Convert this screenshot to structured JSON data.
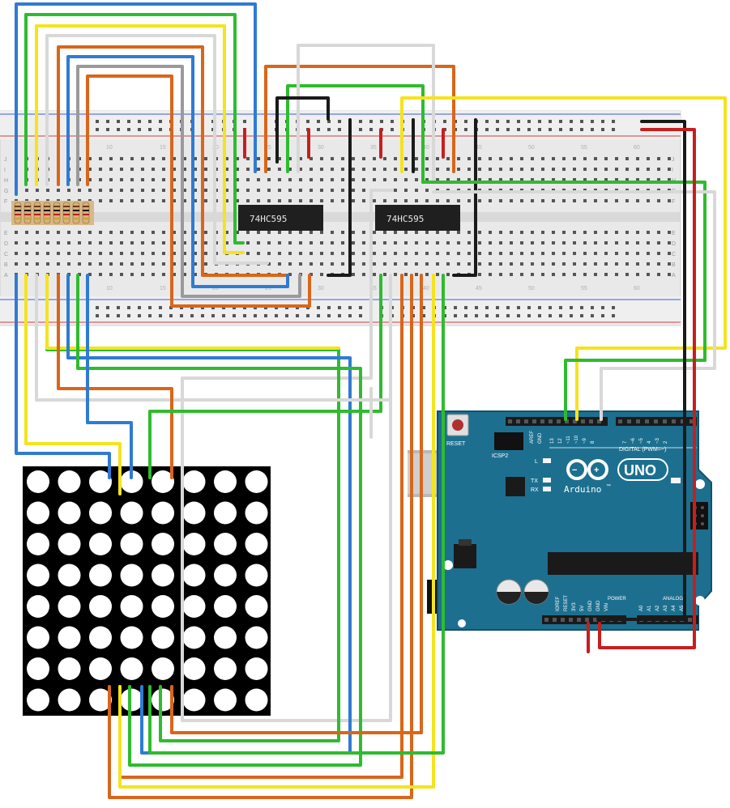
{
  "breadboard": {
    "row_letters_top": [
      "J",
      "I",
      "H",
      "G",
      "F"
    ],
    "row_letters_bottom": [
      "E",
      "D",
      "C",
      "B",
      "A"
    ],
    "column_numbers": [
      "10",
      "15",
      "20",
      "25",
      "30",
      "35",
      "40",
      "45",
      "50",
      "55",
      "60"
    ]
  },
  "ic_chips": [
    {
      "label": "74HC595"
    },
    {
      "label": "74HC595"
    }
  ],
  "arduino": {
    "logo_text": "UNO",
    "brand": "Arduino",
    "trademark": "™",
    "reset_label": "RESET",
    "icsp_label": "ICSP2",
    "led_l": "L",
    "led_tx": "TX",
    "led_rx": "RX",
    "digital_header_label": "DIGITAL (PWM=~)",
    "aref_label": "AREF",
    "gnd_label": "GND",
    "digital_pins": [
      "13",
      "12",
      "~11",
      "~10",
      "~9",
      "8",
      "7",
      "~6",
      "~5",
      "4",
      "~3",
      "2"
    ],
    "power_label": "POWER",
    "analog_label": "ANALOG",
    "power_pins": [
      "IOREF",
      "RESET",
      "3V3",
      "5V",
      "GND",
      "GND",
      "VIN"
    ],
    "analog_pins": [
      "A0",
      "A1",
      "A2",
      "A3",
      "A4",
      "A5"
    ]
  },
  "led_matrix": {
    "rows": 8,
    "cols": 8
  },
  "wire_colors": {
    "blue": "#2f7bd3",
    "green": "#2fbb2f",
    "yellow": "#f5e31d",
    "orange": "#d9661a",
    "gray": "#9a9a9a",
    "white": "#d8d8d8",
    "black": "#1a1a1a",
    "red": "#c81e1e",
    "board": "#1d6f8f"
  }
}
